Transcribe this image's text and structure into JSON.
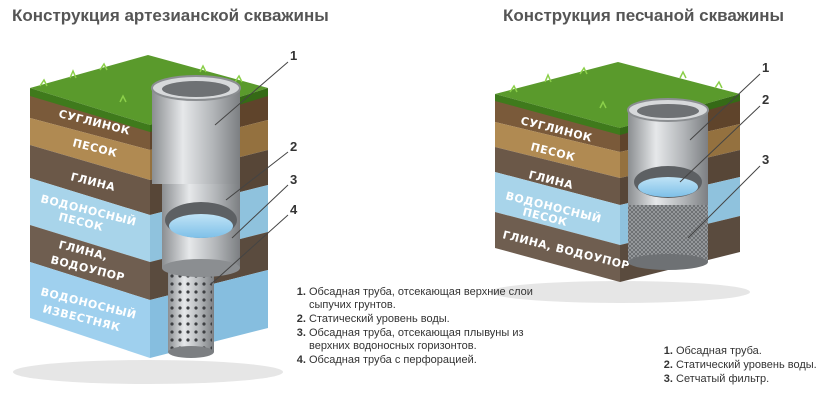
{
  "left": {
    "title": "Конструкция артезианской скважины",
    "layers": [
      {
        "key": "suglinok",
        "label": "СУГЛИНОК"
      },
      {
        "key": "pesok",
        "label": "ПЕСОК"
      },
      {
        "key": "glina",
        "label": "ГЛИНА"
      },
      {
        "key": "vodonosny_pesok_1",
        "label": "ВОДОНОСНЫЙ"
      },
      {
        "key": "vodonosny_pesok_2",
        "label": "ПЕСОК"
      },
      {
        "key": "glina_vodoupor_1",
        "label": "ГЛИНА,"
      },
      {
        "key": "glina_vodoupor_2",
        "label": "ВОДОУПОР"
      },
      {
        "key": "izvestnyak_1",
        "label": "ВОДОНОСНЫЙ"
      },
      {
        "key": "izvestnyak_2",
        "label": "ИЗВЕСТНЯК"
      }
    ],
    "callouts": [
      "1",
      "2",
      "3",
      "4"
    ],
    "legend": [
      "Обсадная труба, отсекающая верхние слои сыпучих грунтов.",
      "Статический уровень воды.",
      "Обсадная труба, отсекающая плывуны из верхних водоносных горизонтов.",
      "Обсадная труба с перфорацией."
    ]
  },
  "right": {
    "title": "Конструкция песчаной скважины",
    "layers": [
      {
        "key": "suglinok",
        "label": "СУГЛИНОК"
      },
      {
        "key": "pesok",
        "label": "ПЕСОК"
      },
      {
        "key": "glina",
        "label": "ГЛИНА"
      },
      {
        "key": "vodonosny_pesok_1",
        "label": "ВОДОНОСНЫЙ"
      },
      {
        "key": "vodonosny_pesok_2",
        "label": "ПЕСОК"
      },
      {
        "key": "glina_vodoupor",
        "label": "ГЛИНА, ВОДОУПОР"
      }
    ],
    "callouts": [
      "1",
      "2",
      "3"
    ],
    "legend": [
      "Обсадная труба.",
      "Статический уровень воды.",
      "Сетчатый фильтр."
    ]
  },
  "colors": {
    "grass": "#5a9a2c",
    "loam": "#7a5a3a",
    "sand": "#b08a52",
    "clay": "#6b5848",
    "aquifer": "#a8d4ea",
    "limestone": "#9fd0ee",
    "pipe": "#b9bcbf",
    "water": "#4aa3e0"
  },
  "icons": [
    "soil-block-illustration",
    "casing-pipe-illustration"
  ]
}
